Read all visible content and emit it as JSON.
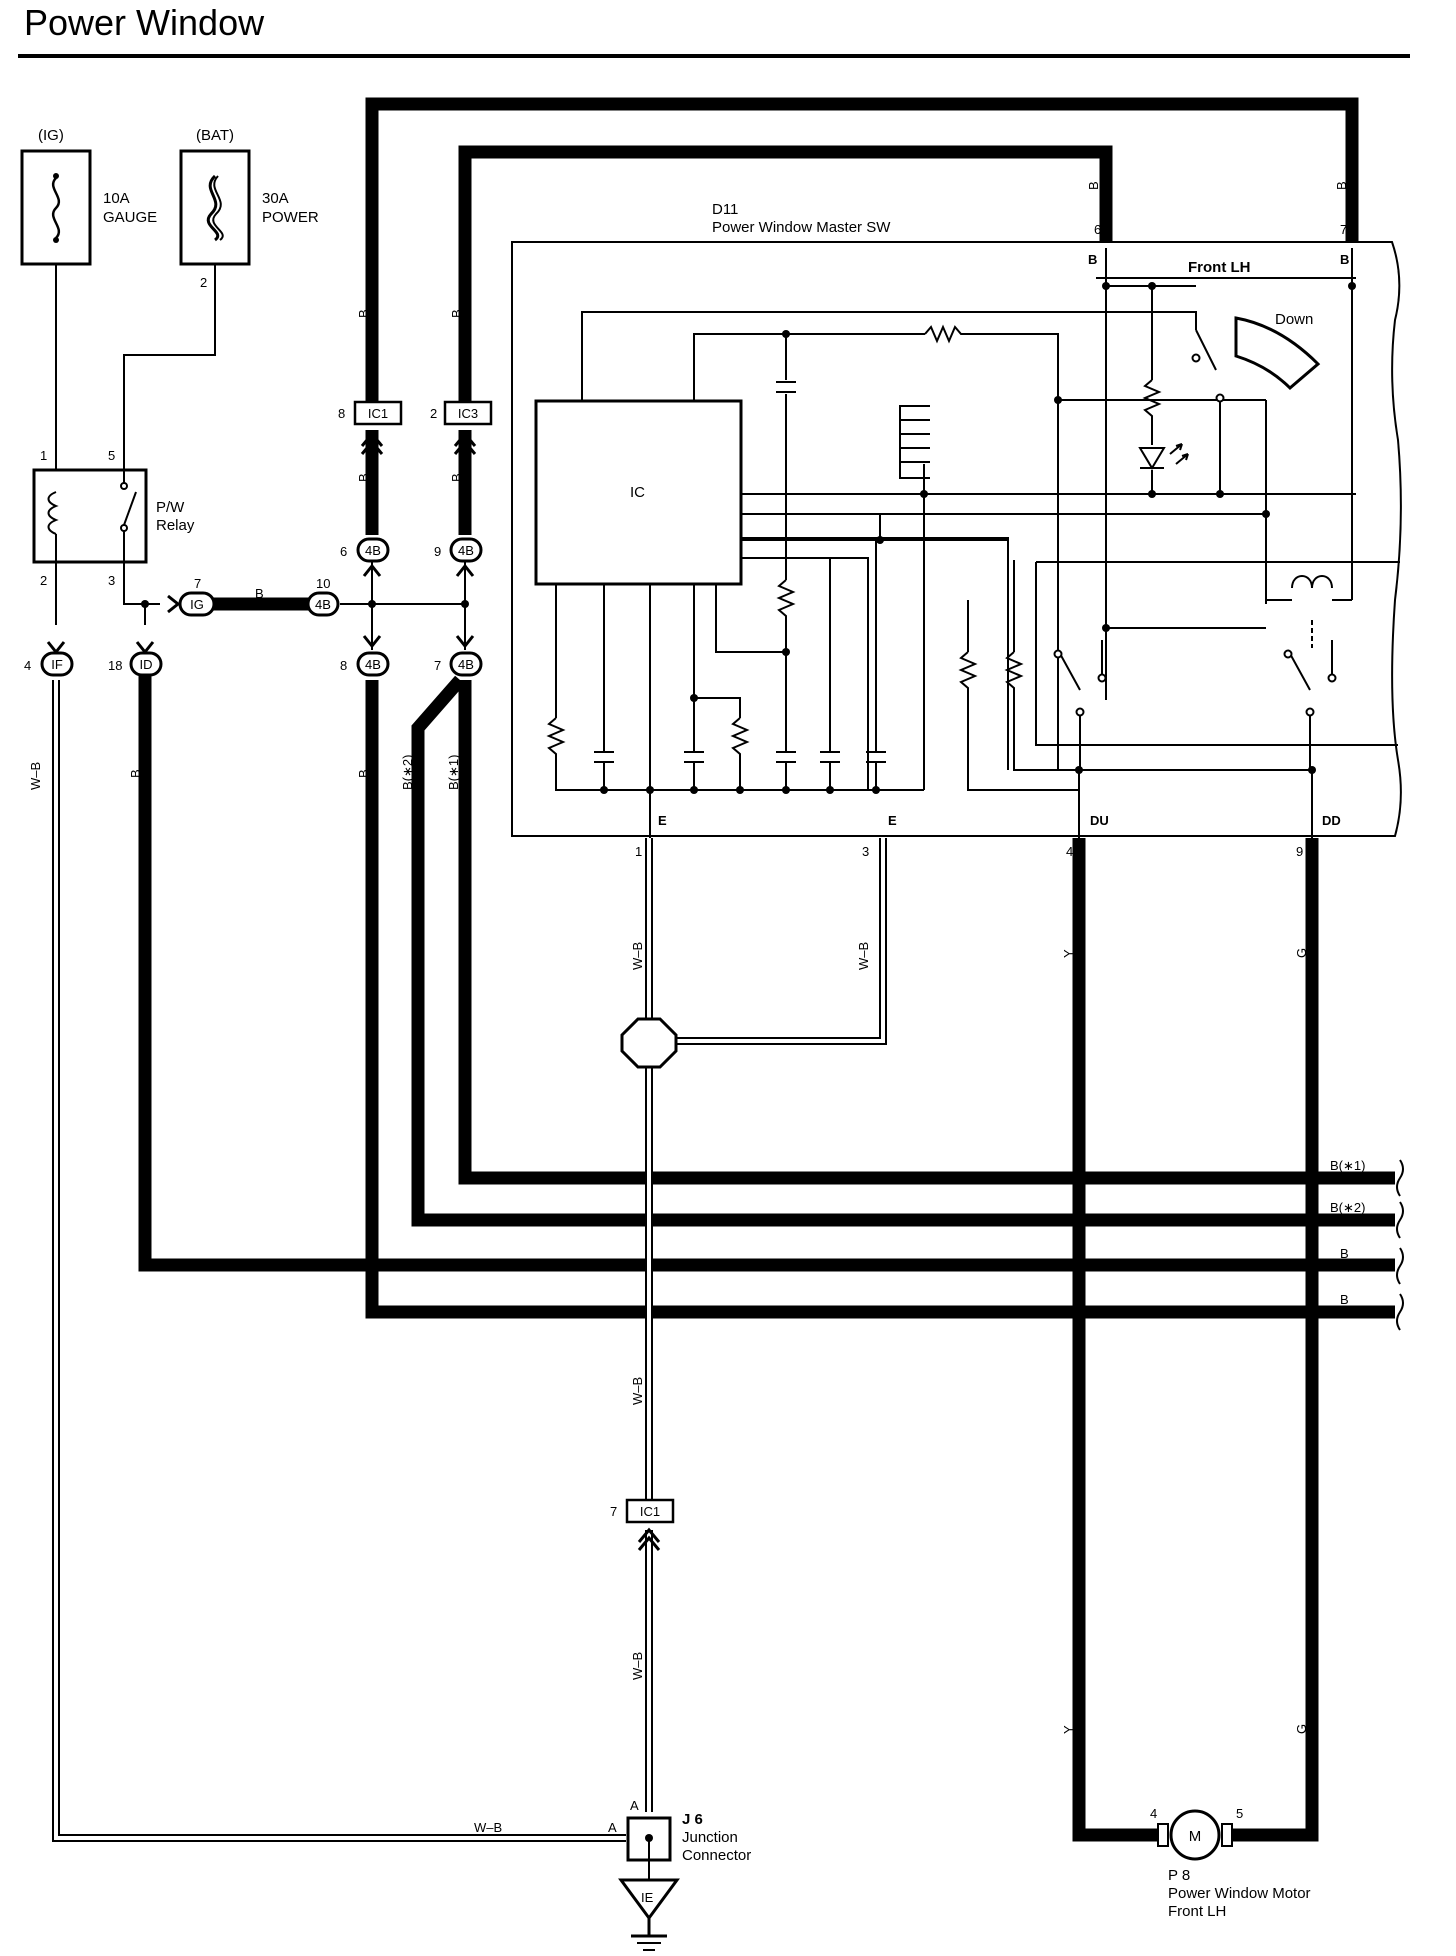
{
  "title": "Power Window",
  "fuses": {
    "ig": {
      "source": "(IG)",
      "rating": "10A",
      "name": "GAUGE"
    },
    "bat": {
      "source": "(BAT)",
      "rating": "30A",
      "name": "POWER",
      "pin": "2"
    }
  },
  "relay": {
    "name_line1": "P/W",
    "name_line2": "Relay",
    "pins": [
      "1",
      "5",
      "2",
      "3"
    ]
  },
  "connectors": {
    "ic1_top": {
      "pin": "8",
      "label": "IC1"
    },
    "ic3": {
      "pin": "2",
      "label": "IC3"
    },
    "c4b_6": {
      "pin": "6",
      "label": "4B"
    },
    "c4b_9": {
      "pin": "9",
      "label": "4B"
    },
    "c4b_10": {
      "pin": "10",
      "label": "4B"
    },
    "c4b_8": {
      "pin": "8",
      "label": "4B"
    },
    "c4b_7": {
      "pin": "7",
      "label": "4B"
    },
    "ig": {
      "pin": "7",
      "label": "IG"
    },
    "if": {
      "pin": "4",
      "label": "IF"
    },
    "id": {
      "pin": "18",
      "label": "ID"
    },
    "ic1_bottom": {
      "pin": "7",
      "label": "IC1"
    },
    "ie": {
      "label": "IE"
    }
  },
  "master_switch": {
    "code": "D11",
    "name": "Power Window Master SW",
    "section": "Front LH",
    "down_label": "Down",
    "ic_label": "IC",
    "terminals": {
      "b_left": "B",
      "b_right": "B",
      "e1": "E",
      "e2": "E",
      "du": "DU",
      "dd": "DD"
    },
    "pins": {
      "b_left": "6",
      "b_right": "7",
      "e1": "1",
      "e2": "3",
      "du": "4",
      "dd": "9"
    }
  },
  "wires": {
    "b": "B",
    "wb": "W–B",
    "b_star2": "B(∗2)",
    "b_star1": "B(∗1)",
    "y": "Y",
    "g": "G"
  },
  "right_edge_labels": [
    "B(∗1)",
    "B(∗2)",
    "B",
    "B"
  ],
  "junction": {
    "code": "J 6",
    "line1": "Junction",
    "line2": "Connector",
    "pin_a_top": "A",
    "pin_a_left": "A"
  },
  "motor": {
    "code": "P 8",
    "line1": "Power Window Motor",
    "line2": "Front LH",
    "symbol": "M",
    "pin_left": "4",
    "pin_right": "5"
  }
}
